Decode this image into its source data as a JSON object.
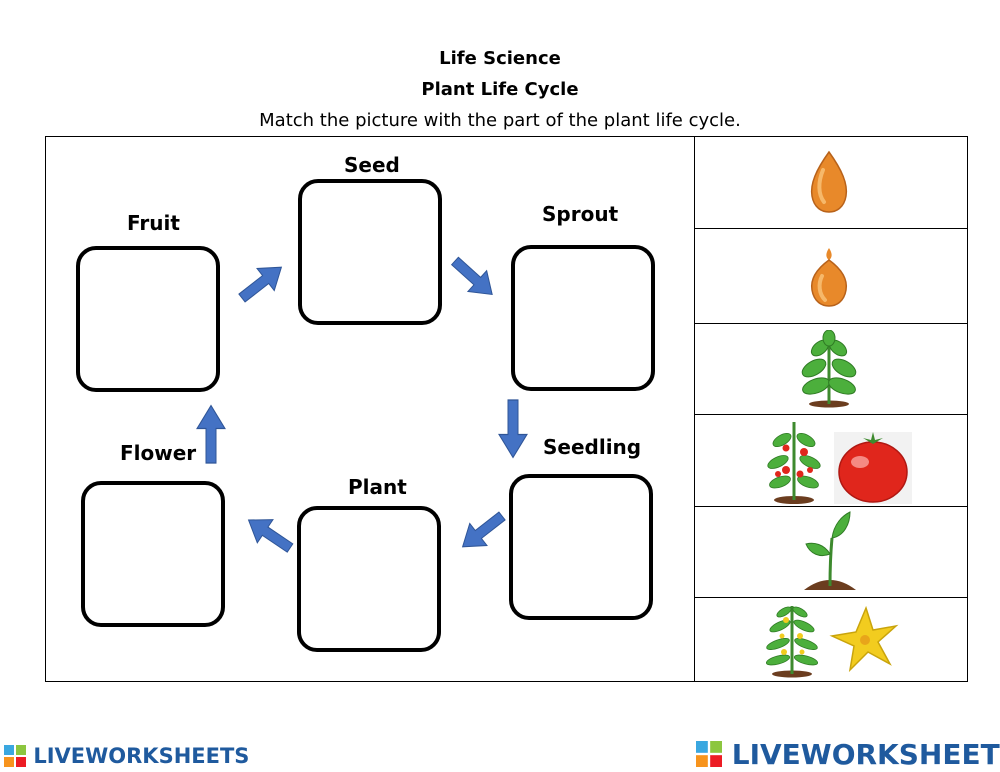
{
  "header": {
    "subject": "Life Science",
    "topic": "Plant Life Cycle",
    "instructions": "Match the picture with the part of the plant life cycle."
  },
  "stages": [
    {
      "label": "Seed"
    },
    {
      "label": "Sprout"
    },
    {
      "label": "Seedling"
    },
    {
      "label": "Plant"
    },
    {
      "label": "Flower"
    },
    {
      "label": "Fruit"
    }
  ],
  "pictures": [
    {
      "icon": "seed-icon"
    },
    {
      "icon": "sprout-icon"
    },
    {
      "icon": "leafy-plant-icon"
    },
    {
      "icon": "tomato-plant-and-tomato-icon"
    },
    {
      "icon": "seedling-icon"
    },
    {
      "icon": "flowering-plant-and-flower-icon"
    }
  ],
  "branding": {
    "logo_text": "LIVEWORKSHEETS"
  },
  "colors": {
    "arrow": "#4472c4",
    "seed": "#e8892a",
    "leaf": "#4caf3c",
    "tomato": "#e0261c",
    "flower": "#f2cc1f",
    "soil": "#6b3d1f",
    "logo": "#1f5a9e"
  }
}
